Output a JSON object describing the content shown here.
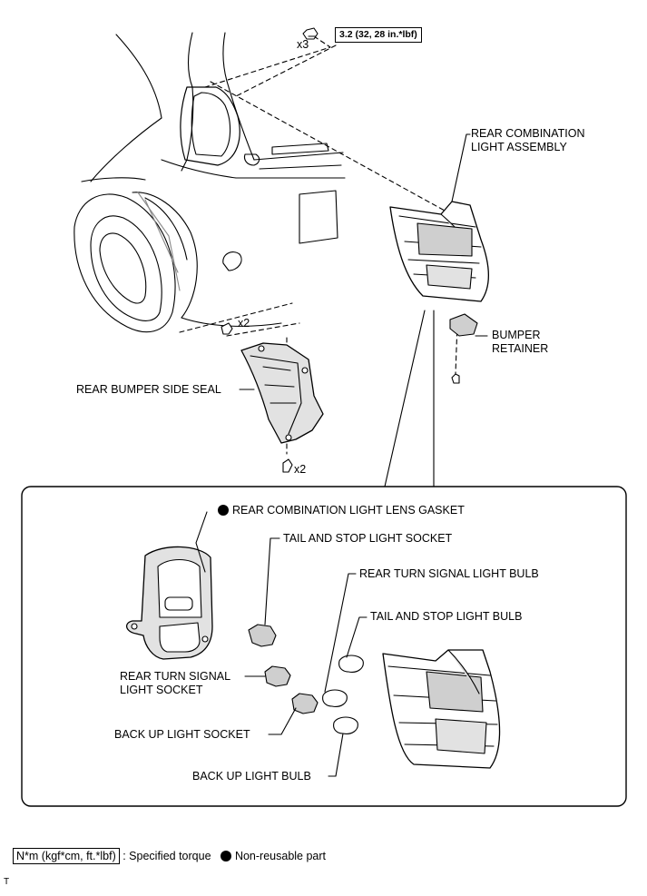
{
  "torque": {
    "value": "3.2 (32, 28 in.*lbf)",
    "qty": "x3"
  },
  "labels": {
    "rear_combination_light_assembly": [
      "REAR COMBINATION",
      "LIGHT ASSEMBLY"
    ],
    "bumper_retainer": [
      "BUMPER",
      "RETAINER"
    ],
    "rear_bumper_side_seal": "REAR BUMPER SIDE SEAL",
    "upper_clip_qty": "x2",
    "lower_clip_qty": "x2",
    "lens_gasket": "REAR COMBINATION LIGHT LENS GASKET",
    "tail_stop_socket": "TAIL AND STOP LIGHT SOCKET",
    "rear_turn_bulb": "REAR TURN SIGNAL LIGHT BULB",
    "tail_stop_bulb": "TAIL AND STOP LIGHT BULB",
    "rear_turn_socket": [
      "REAR TURN SIGNAL",
      "LIGHT SOCKET"
    ],
    "backup_socket": "BACK UP LIGHT SOCKET",
    "backup_bulb": "BACK UP LIGHT BULB"
  },
  "legend": {
    "torque_unit": "N*m (kgf*cm, ft.*lbf)",
    "torque_text": ": Specified torque",
    "nonreusable_text": "Non-reusable part"
  },
  "corner_mark": "T",
  "colors": {
    "line": "#000000",
    "shade": "#bdbdbd",
    "light_shade": "#e2e2e2"
  }
}
